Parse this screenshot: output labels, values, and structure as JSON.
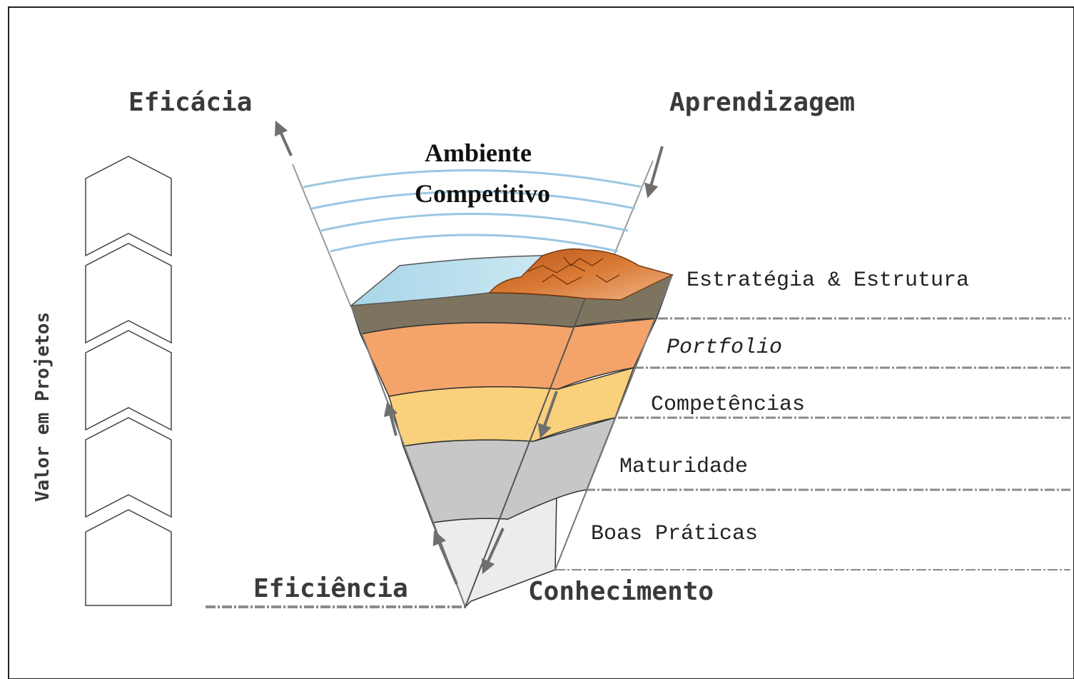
{
  "corner_labels": {
    "top_left": "Eficácia",
    "top_right": "Aprendizagem",
    "bottom_left": "Eficiência",
    "bottom_right": "Conhecimento"
  },
  "center_title": {
    "line1": "Ambiente",
    "line2": "Competitivo"
  },
  "side_label": "Valor em Projetos",
  "layers": [
    "Estratégia & Estrutura",
    "Portfolio",
    "Competências",
    "Maturidade",
    "Boas Práticas"
  ],
  "colors": {
    "border": "#222222",
    "water": "#a9d6e8",
    "strategy_layer": "#7d7460",
    "portfolio_layer": "#f4a46a",
    "competencias_layer": "#f9d07c",
    "maturidade_layer": "#c7c7c7",
    "boas_praticas_layer": "#ececec",
    "wave_lines": "#9cc7e3",
    "arrow": "#6f6f6f",
    "dashed_line": "#8a8a8a"
  },
  "icons": {
    "mountain": "terrain-mountain-icon",
    "arrows": "curved-arrow-icon"
  }
}
